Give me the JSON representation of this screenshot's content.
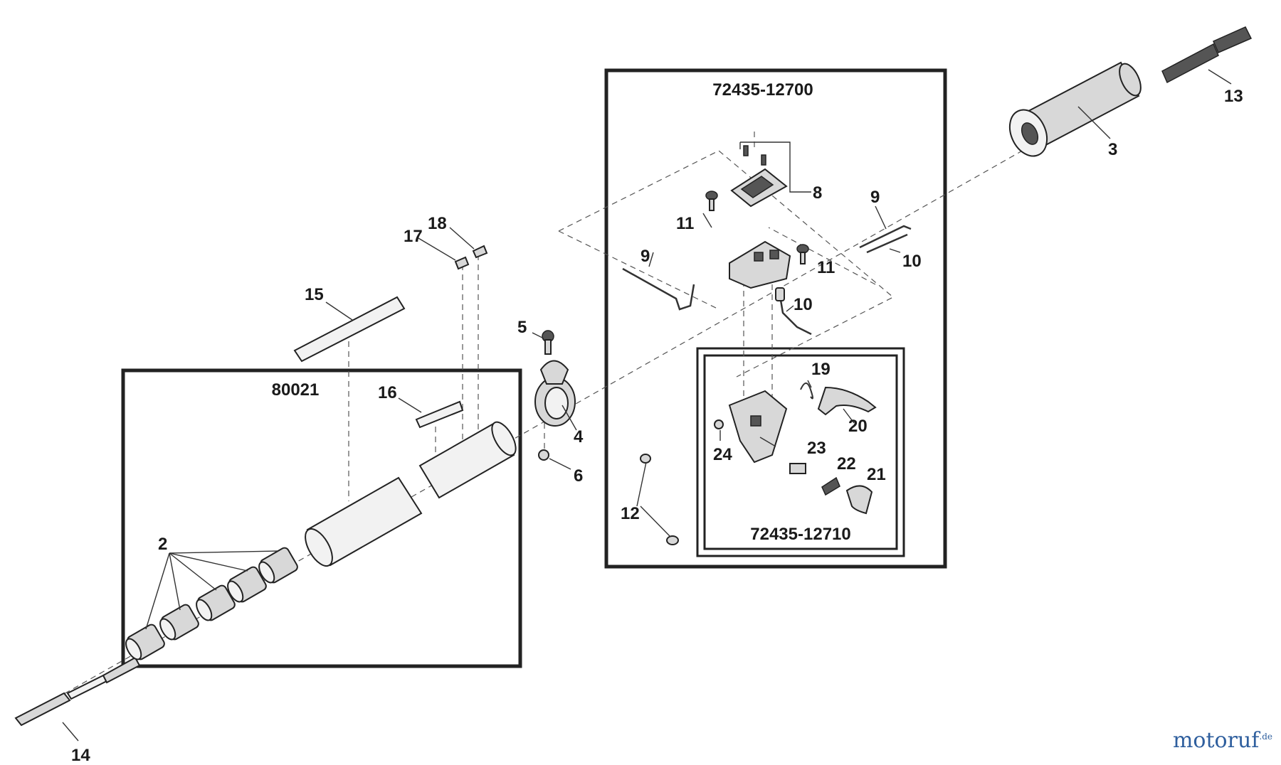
{
  "assemblies": {
    "grip_assembly": "72435-12700",
    "throttle_assembly": "72435-12710",
    "shaft_assembly": "80021"
  },
  "part_labels": {
    "p2": "2",
    "p3": "3",
    "p4": "4",
    "p5": "5",
    "p6": "6",
    "p8": "8",
    "p9a": "9",
    "p9b": "9",
    "p10a": "10",
    "p10b": "10",
    "p11a": "11",
    "p11b": "11",
    "p12": "12",
    "p13": "13",
    "p14": "14",
    "p15": "15",
    "p16": "16",
    "p17": "17",
    "p18": "18",
    "p19": "19",
    "p20": "20",
    "p21": "21",
    "p22": "22",
    "p23": "23",
    "p24": "24"
  },
  "watermark": {
    "brand": "motoruf",
    "tld": ".de"
  }
}
